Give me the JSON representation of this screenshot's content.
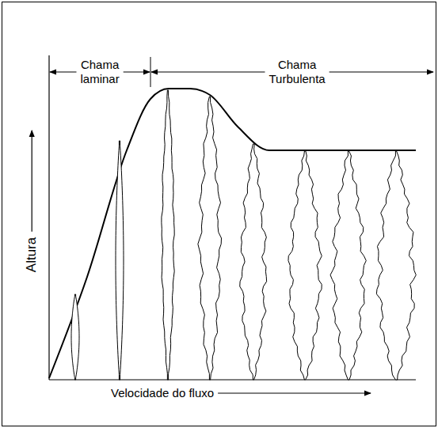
{
  "diagram": {
    "labels": [
      "Chama laminar",
      "Chama Turbulenta",
      "Altura",
      "Velocidade do fluxo"
    ]
  }
}
